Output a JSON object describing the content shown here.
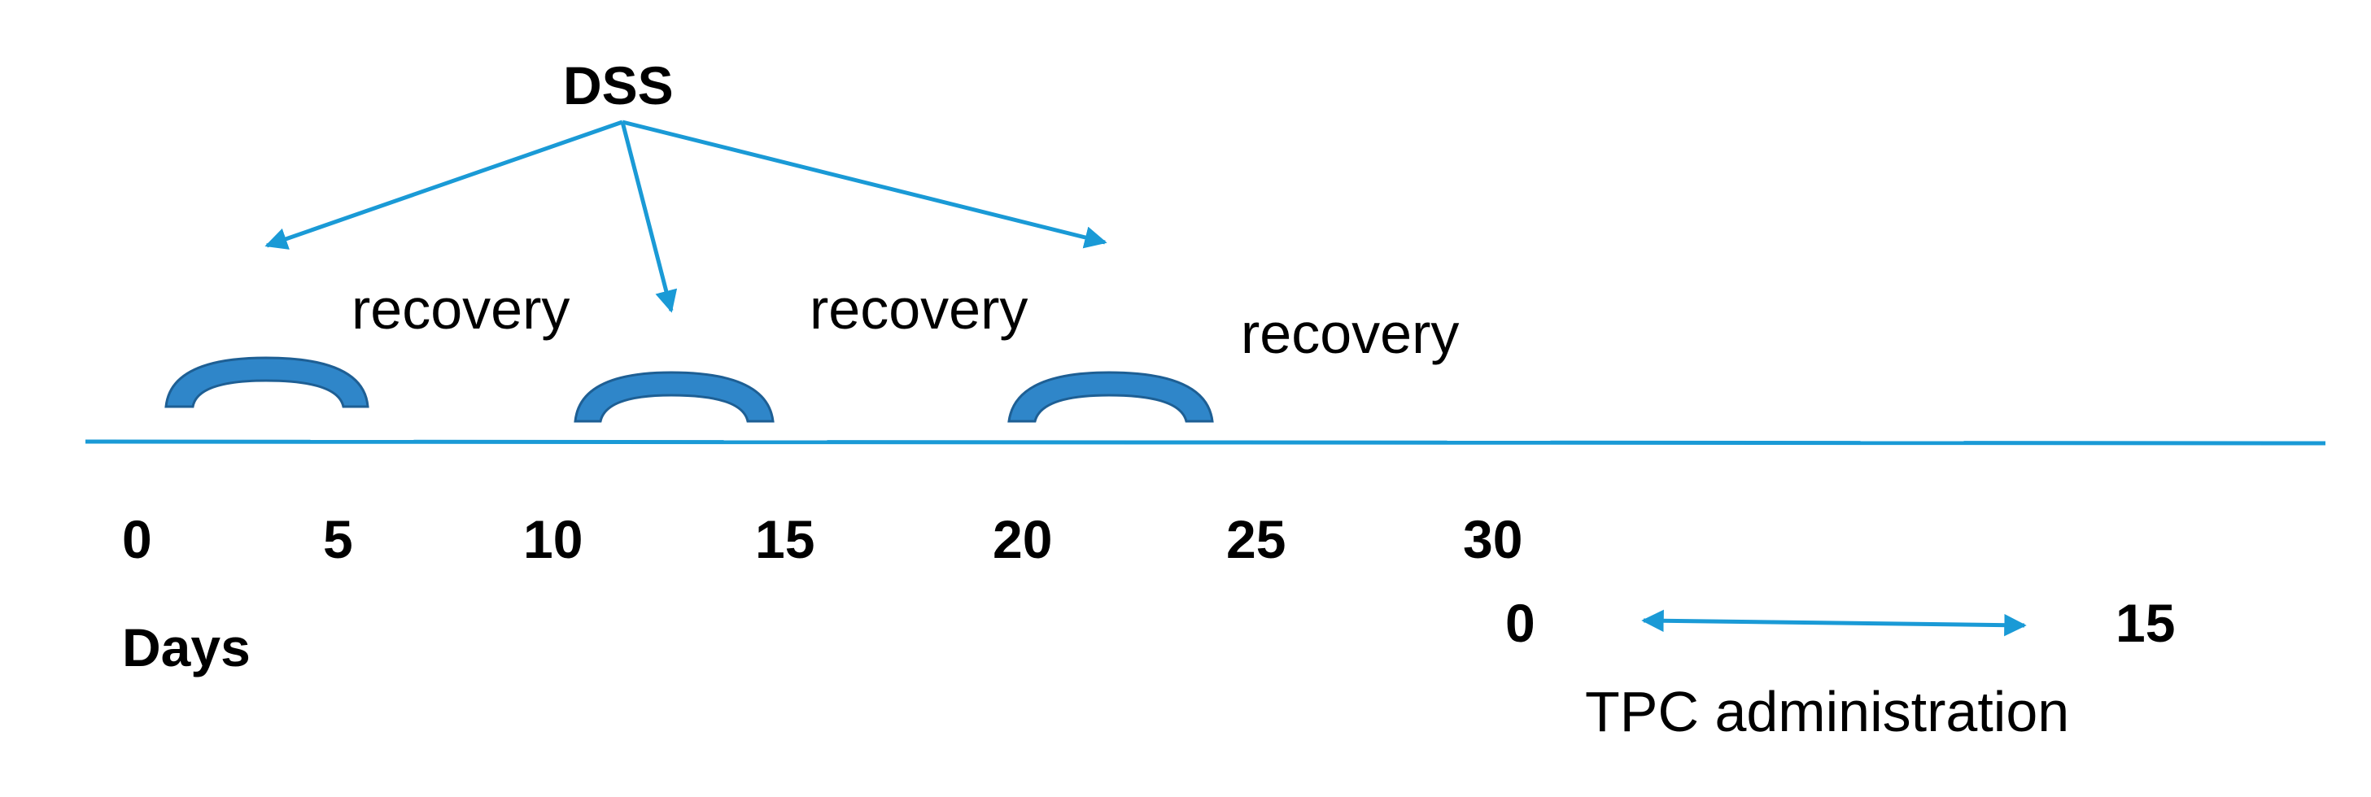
{
  "dss_label": "DSS",
  "recovery_labels": [
    "recovery",
    "recovery",
    "recovery"
  ],
  "day_ticks": [
    "0",
    "5",
    "10",
    "15",
    "20",
    "25",
    "30"
  ],
  "days_label": "Days",
  "tpc": {
    "start": "0",
    "end": "15",
    "label": "TPC administration"
  },
  "colors": {
    "accent": "#1a9ad6",
    "arc_fill": "#2f86c9",
    "arc_stroke": "#1e5f94",
    "text": "#000000"
  }
}
